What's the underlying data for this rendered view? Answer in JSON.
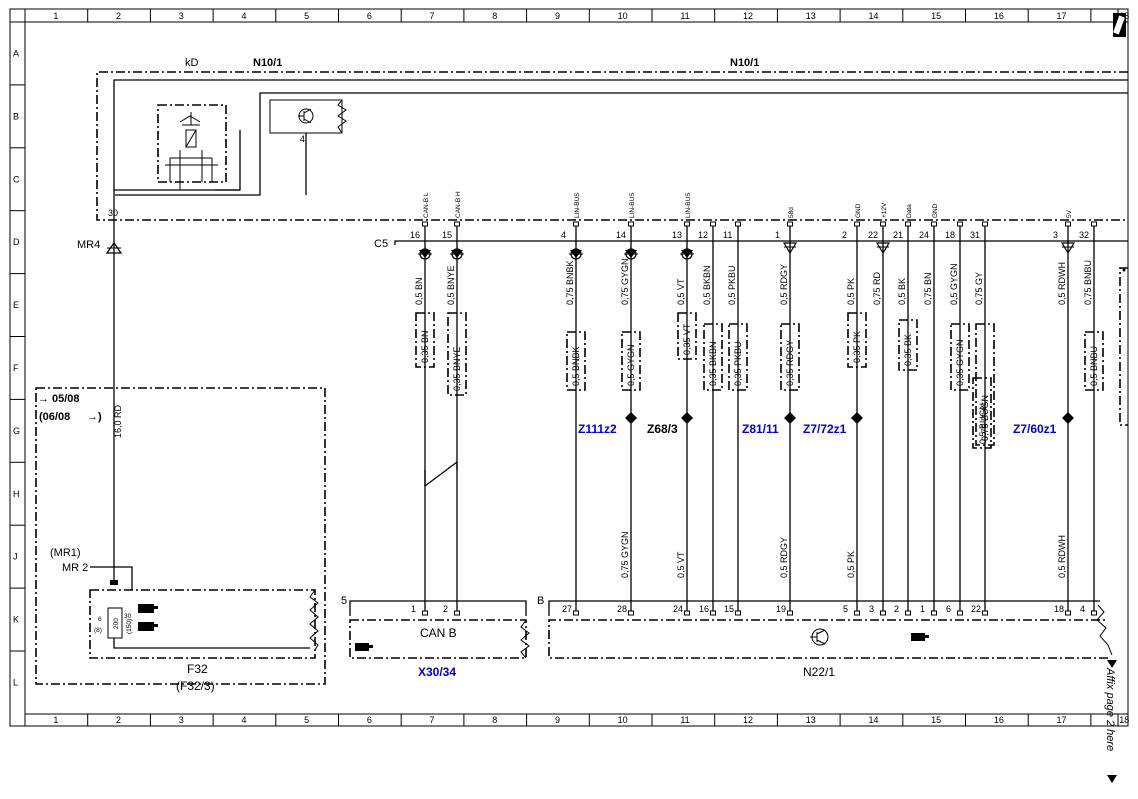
{
  "grid": {
    "columns": [
      "1",
      "2",
      "3",
      "4",
      "5",
      "6",
      "7",
      "8",
      "9",
      "10",
      "11",
      "12",
      "13",
      "14",
      "15",
      "16",
      "17",
      "18"
    ],
    "rows": [
      "A",
      "B",
      "C",
      "D",
      "E",
      "F",
      "G",
      "H",
      "J",
      "K",
      "L"
    ]
  },
  "colors": {
    "ink": "#000000",
    "reference_blue": "#0000cc",
    "background": "#ffffff"
  },
  "top": {
    "kd": "kD",
    "n10_left": "N10/1",
    "n10_right": "N10/1",
    "pin_30": "30",
    "pin_4": "4"
  },
  "mr4": "MR4",
  "c5": "C5",
  "connector_b": "B",
  "connector_5": "5",
  "left_box": {
    "date_from": "05/08",
    "date_paren": "(06/08",
    "wire_16rd": "16,0 RD",
    "mr1": "(MR1)",
    "mr2": "MR 2",
    "fuse_pin6": "6",
    "fuse_pin8": "(8)",
    "fuse_200": "200",
    "fuse_150": "(150)",
    "fuse_30": "30",
    "label": "F32",
    "label_paren": "(F32/3)"
  },
  "pins": [
    {
      "id": "p16",
      "sig": "CAN-B L",
      "num": "16",
      "w1": "0,5 BN",
      "w2": "0,35 BN",
      "bottom_num": "1"
    },
    {
      "id": "p15",
      "sig": "CAN-B H",
      "num": "15",
      "w1": "0,5 BNYE",
      "w2": "0,35 BNYE",
      "bottom_num": "2"
    },
    {
      "id": "p4",
      "sig": "LIN-BUS",
      "num": "4",
      "w1": "0,75 BNBK",
      "w2": "0,5 BNBK",
      "bottom_num": "27"
    },
    {
      "id": "p14",
      "sig": "LIN-BUS",
      "num": "14",
      "w1": "0,75 GYGN",
      "w2": "0,5 GYGN",
      "w3": "0,75 GYGN",
      "bottom_num": "28"
    },
    {
      "id": "p13",
      "sig": "LIN-BUS",
      "num": "13",
      "w1": "0,5 VT",
      "w2": "0,35 VT",
      "w3": "0,5 VT",
      "bottom_num": "24"
    },
    {
      "id": "p12",
      "sig": "",
      "num": "12",
      "w1": "0,5 BKBN",
      "w2": "0,35 BKBN",
      "bottom_num": "16"
    },
    {
      "id": "p11",
      "sig": "",
      "num": "11",
      "w1": "0,5 PKBU",
      "w2": "0,35 PKBU",
      "bottom_num": "15"
    },
    {
      "id": "p1",
      "sig": "58d",
      "num": "1",
      "w1": "0,5 RDGY",
      "w2": "0,35 RDGY",
      "w3": "0,5 RDGY",
      "bottom_num": "19"
    },
    {
      "id": "p2",
      "sig": "GND",
      "num": "2",
      "w1": "0,5 PK",
      "w2": "0,35 PK",
      "w3": "0,5 PK",
      "bottom_num": "5"
    },
    {
      "id": "p22",
      "sig": "+12V",
      "num": "22",
      "w1": "0,75 RD",
      "bottom_num": "3"
    },
    {
      "id": "p21",
      "sig": "Data",
      "num": "21",
      "w1": "0,5 BK",
      "w2": "0,35 BK",
      "bottom_num": "2"
    },
    {
      "id": "p24",
      "sig": "GND",
      "num": "24",
      "w1": "0,75 BN",
      "bottom_num": "1"
    },
    {
      "id": "p18",
      "sig": "",
      "num": "18",
      "w1": "0,5 GYGN",
      "w2": "0,35 GYGN",
      "w3": "0,5 BUGN",
      "bottom_num": "6"
    },
    {
      "id": "p31",
      "sig": "",
      "num": "31",
      "w1": "0,75 GY",
      "w2": "0,75 BUGN",
      "bottom_num": "22"
    },
    {
      "id": "p3",
      "sig": "5V",
      "num": "3",
      "w1": "0,5 RDWH",
      "w3": "0,5 RDWH",
      "bottom_num": "18"
    },
    {
      "id": "p32",
      "sig": "",
      "num": "32",
      "w1": "0,75 BNBU",
      "w2": "0,5 BNBU",
      "bottom_num": "4"
    }
  ],
  "splices": {
    "z111": "Z111z2",
    "z68": "Z68/3",
    "z81": "Z81/11",
    "z7_72": "Z7/72z1",
    "z7_60": "Z7/60z1"
  },
  "bottom": {
    "can_b": "CAN B",
    "x30": "X30/34",
    "n22": "N22/1"
  },
  "side_note": "Affix page 2 here"
}
